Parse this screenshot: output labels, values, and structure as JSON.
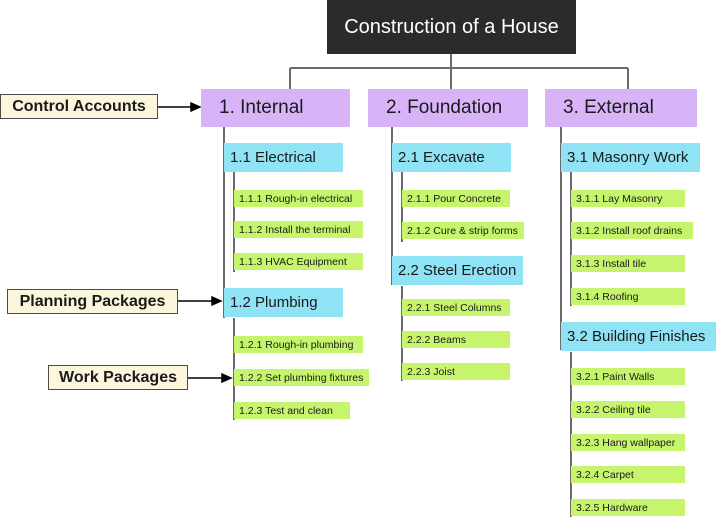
{
  "title": "Construction of a House",
  "labels": {
    "control_accounts": "Control Accounts",
    "planning_packages": "Planning Packages",
    "work_packages": "Work Packages"
  },
  "colors": {
    "root": "#2b2b2b",
    "level1": "#d9b3f7",
    "level2": "#8fe3f4",
    "level3": "#c6f56d",
    "label_bg": "#fcf6dc"
  },
  "branches": [
    {
      "label": "1. Internal",
      "children": [
        {
          "label": "1.1 Electrical",
          "tasks": [
            "1.1.1 Rough-in electrical",
            "1.1.2 Install the terminal",
            "1.1.3 HVAC Equipment"
          ]
        },
        {
          "label": "1.2 Plumbing",
          "tasks": [
            "1.2.1 Rough-in plumbing",
            "1.2.2 Set plumbing fixtures",
            "1.2.3 Test and clean"
          ]
        }
      ]
    },
    {
      "label": "2. Foundation",
      "children": [
        {
          "label": "2.1 Excavate",
          "tasks": [
            "2.1.1 Pour Concrete",
            "2.1.2 Cure & strip forms"
          ]
        },
        {
          "label": "2.2 Steel Erection",
          "tasks": [
            "2.2.1 Steel Columns",
            "2.2.2 Beams",
            "2.2.3 Joist"
          ]
        }
      ]
    },
    {
      "label": "3. External",
      "children": [
        {
          "label": "3.1 Masonry Work",
          "tasks": [
            "3.1.1 Lay Masonry",
            "3.1.2 Install roof drains",
            "3.1.3 Install tile",
            "3.1.4 Roofing"
          ]
        },
        {
          "label": "3.2 Building Finishes",
          "tasks": [
            "3.2.1 Paint Walls",
            "3.2.2 Ceiling tile",
            "3.2.3 Hang wallpaper",
            "3.2.4 Carpet",
            "3.2.5 Hardware"
          ]
        }
      ]
    }
  ]
}
